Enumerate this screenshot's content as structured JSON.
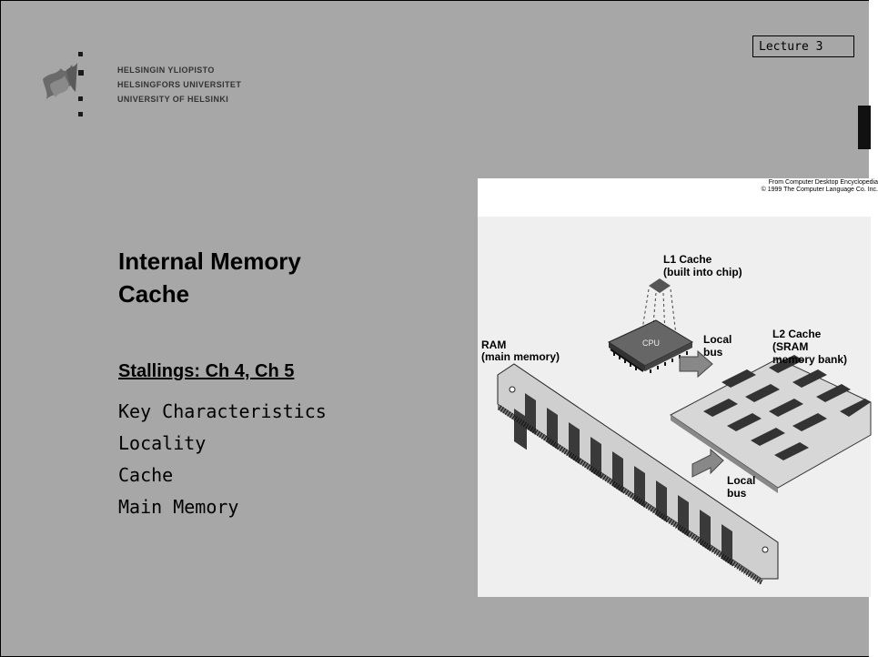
{
  "header": {
    "university_lines": [
      "HELSINGIN YLIOPISTO",
      "HELSINGFORS UNIVERSITET",
      "UNIVERSITY OF HELSINKI"
    ],
    "lecture_label": "Lecture 3"
  },
  "main": {
    "title_lines": [
      "Internal Memory",
      "Cache"
    ],
    "subtitle": "Stallings: Ch 4, Ch 5",
    "topics": [
      "Key Characteristics",
      "Locality",
      "Cache",
      "Main Memory"
    ]
  },
  "figure": {
    "credit_lines": [
      "From Computer Desktop Encyclopedia",
      "© 1999 The Computer Language Co. Inc."
    ],
    "labels": {
      "l1_line1": "L1 Cache",
      "l1_line2": "(built into chip)",
      "cpu": "CPU",
      "local_bus_top_1": "Local",
      "local_bus_top_2": "bus",
      "l2_line1": "L2 Cache",
      "l2_line2": "(SRAM",
      "l2_line3": "memory bank)",
      "ram_line1": "RAM",
      "ram_line2": "(main memory)",
      "local_bus_bottom_1": "Local",
      "local_bus_bottom_2": "bus"
    }
  },
  "colors": {
    "slide_background": "#a7a7a7",
    "text": "#000000"
  }
}
